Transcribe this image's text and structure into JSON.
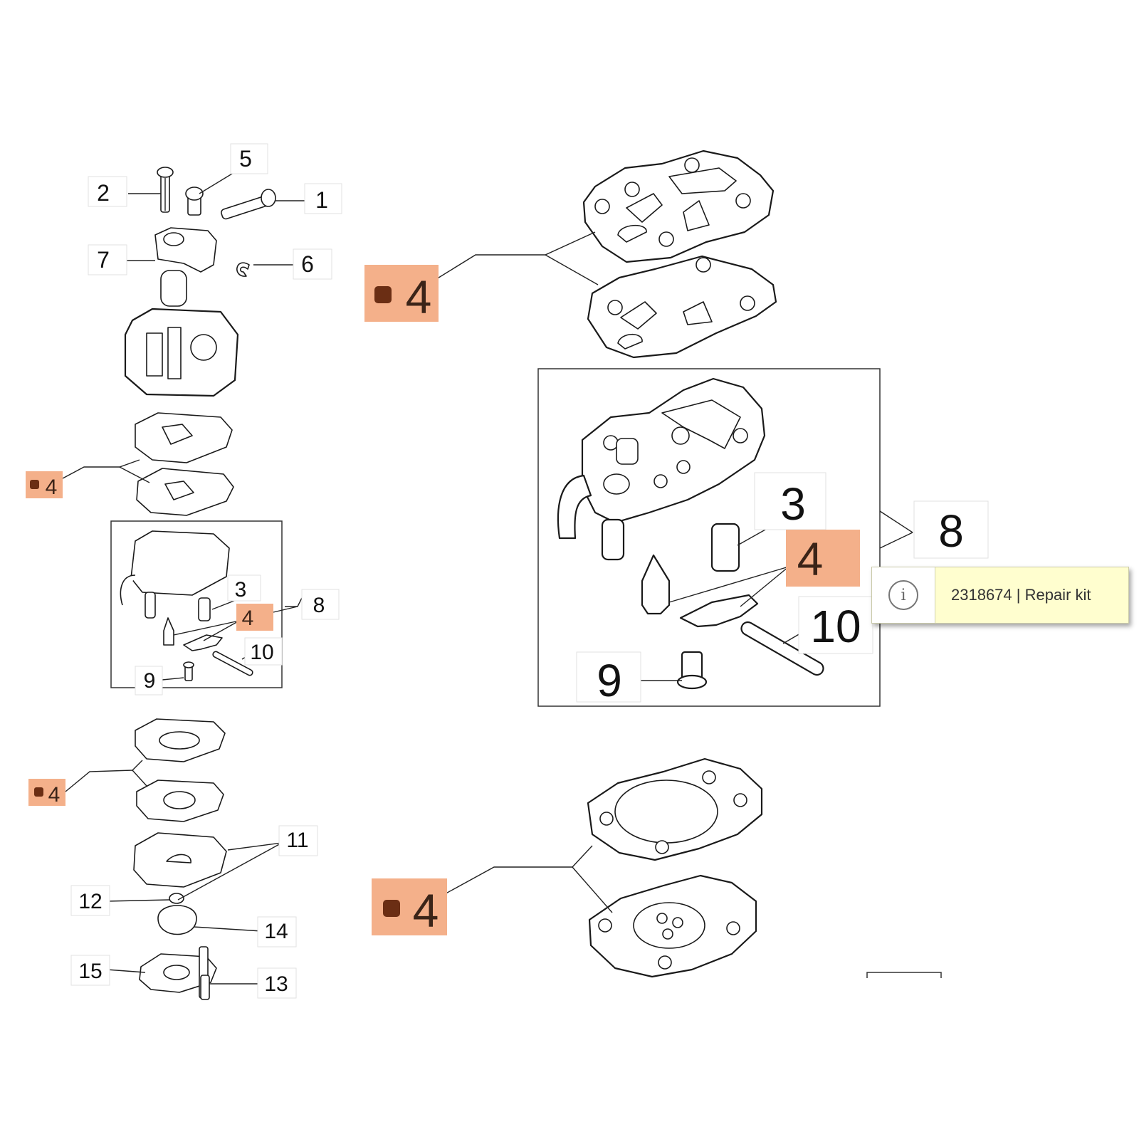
{
  "diagram": {
    "callouts": {
      "c1": "1",
      "c2": "2",
      "c3": "3",
      "c4": "4",
      "c5": "5",
      "c6": "6",
      "c7": "7",
      "c8": "8",
      "c9": "9",
      "c10": "10",
      "c11": "11",
      "c12": "12",
      "c13": "13",
      "c14": "14",
      "c15": "15"
    },
    "kit_marker": "4",
    "colors": {
      "highlight": "#f4b08a",
      "marker_dot": "#6b2e14",
      "tooltip_bg": "#fffecf"
    }
  },
  "tooltip": {
    "icon": "info-icon",
    "text": "2318674 | Repair kit"
  }
}
